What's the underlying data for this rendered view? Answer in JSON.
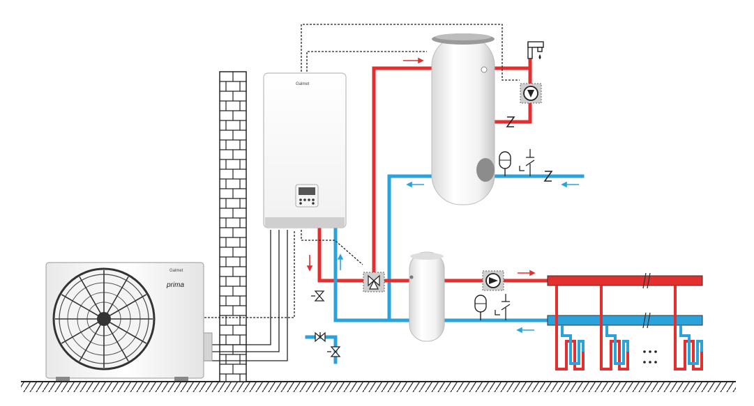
{
  "outdoor_unit": {
    "brand": "Galmet",
    "model": "prima"
  },
  "indoor_unit": {
    "brand": "Galmet"
  },
  "colors": {
    "hot_pipe": "#e42f2f",
    "cold_pipe": "#2aa3dc",
    "flow_arrow_red": "#e42f2f",
    "flow_arrow_blue": "#2aa3dc",
    "control_wire": "#222222",
    "wall_brick": "#ffffff",
    "ground_hatch": "#333333"
  },
  "icons": [
    "fan-icon",
    "pump-icon",
    "three-way-valve-icon",
    "check-valve-icon",
    "expansion-vessel-icon",
    "safety-valve-icon",
    "tap-icon",
    "shutoff-valve-icon"
  ]
}
